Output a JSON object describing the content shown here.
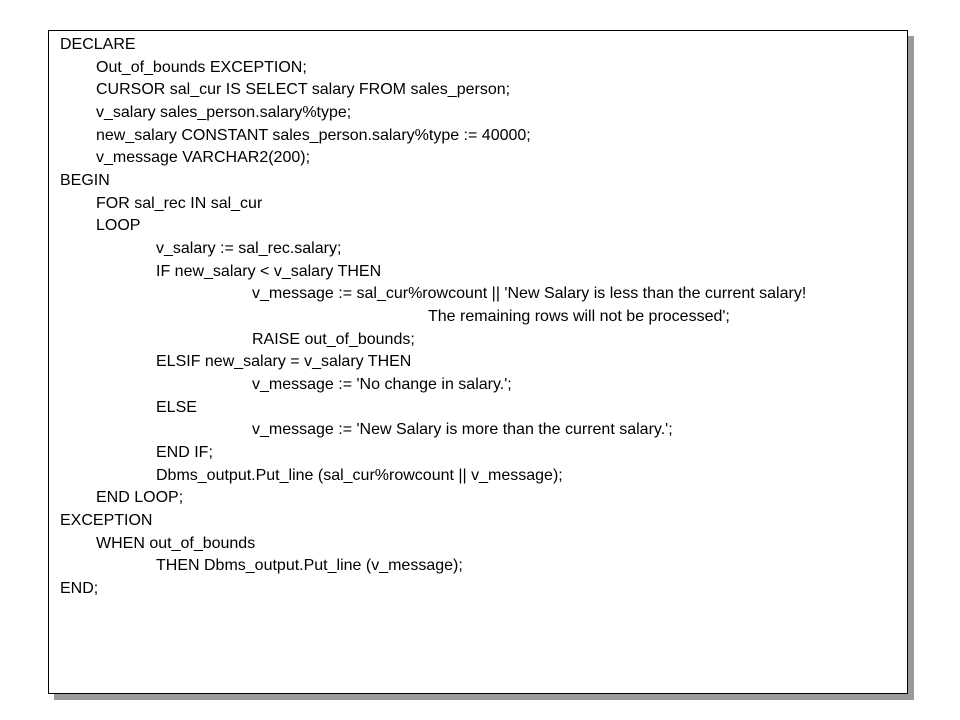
{
  "code": {
    "lines": [
      "DECLARE",
      "Out_of_bounds EXCEPTION;",
      "CURSOR sal_cur IS SELECT salary FROM sales_person;",
      "v_salary sales_person.salary%type;",
      "new_salary CONSTANT sales_person.salary%type := 40000;",
      "v_message VARCHAR2(200);",
      "BEGIN",
      "FOR sal_rec IN sal_cur",
      "LOOP",
      "v_salary := sal_rec.salary;",
      "IF new_salary < v_salary THEN",
      "v_message := sal_cur%rowcount || 'New Salary is less than the current salary!",
      "The remaining rows will not be processed';",
      "RAISE out_of_bounds;",
      "ELSIF new_salary = v_salary THEN",
      "v_message := 'No change in salary.';",
      "ELSE",
      "v_message := 'New Salary is more than the current salary.';",
      "END IF;",
      "Dbms_output.Put_line (sal_cur%rowcount || v_message);",
      "END LOOP;",
      "EXCEPTION",
      "WHEN out_of_bounds",
      "THEN Dbms_output.Put_line (v_message);",
      "END;"
    ]
  }
}
